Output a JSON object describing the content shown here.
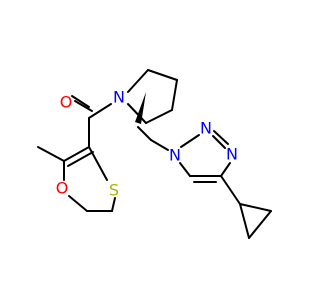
{
  "molecule": {
    "colors": {
      "bond": "#000000",
      "oxygen": "#ff0000",
      "nitrogen": "#0000ff",
      "sulfur": "#b2b200",
      "background": "#ffffff"
    },
    "atoms": [
      {
        "id": "O1",
        "label": "O",
        "element": "oxygen"
      },
      {
        "id": "N1",
        "label": "N",
        "element": "nitrogen"
      },
      {
        "id": "S1",
        "label": "S",
        "element": "sulfur"
      },
      {
        "id": "O2",
        "label": "O",
        "element": "oxygen"
      },
      {
        "id": "N2",
        "label": "N",
        "element": "nitrogen"
      },
      {
        "id": "N3",
        "label": "N",
        "element": "nitrogen"
      },
      {
        "id": "N4",
        "label": "N",
        "element": "nitrogen"
      }
    ]
  }
}
